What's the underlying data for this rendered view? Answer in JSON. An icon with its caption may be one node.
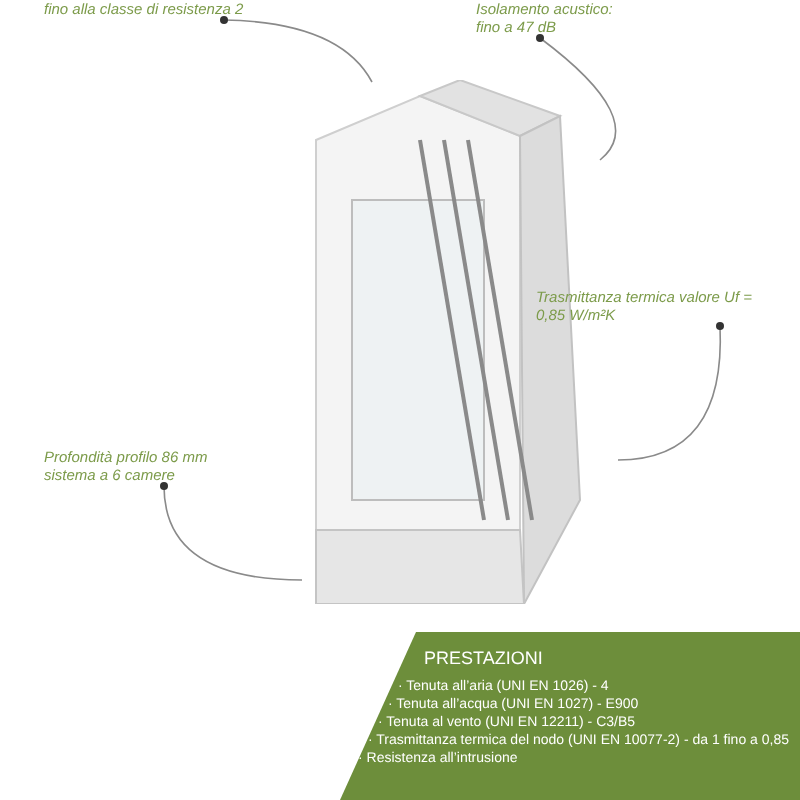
{
  "diagram": {
    "nodes": [
      {
        "text": [
          "fino alla classe di resistenza 2"
        ]
      },
      {
        "text": [
          "Isolamento acustico: fino a 47 dB"
        ]
      },
      {
        "text": [],
        "shape": "picture"
      },
      {
        "text": [
          "Trasmittanza termica valore Uf = 0,85 W/m²K"
        ]
      },
      {
        "text": [
          "Profondità profilo 86 mm sistema a 6 camere"
        ]
      },
      {
        "text": [
          "PRESTAZIONI",
          "· Tenuta all’aria (UNI EN 1026) - 4",
          "· Tenuta all’acqua (UNI EN 1027) - E900",
          "· Tenuta al vento (UNI EN 12211) - C3/B5",
          "· Trasmittanza termica del nodo (UNI EN 10077-2) - da 1 fino a 0,85",
          "· Resistenza all’intrusione"
        ]
      }
    ],
    "edges": [
      {
        "from": 0,
        "to": 2,
        "arrow": "other"
      },
      {
        "from": 1,
        "to": 2,
        "arrow": "other"
      },
      {
        "from": 3,
        "to": 2,
        "arrow": "other"
      },
      {
        "from": 4,
        "to": 2,
        "arrow": "other"
      }
    ]
  }
}
